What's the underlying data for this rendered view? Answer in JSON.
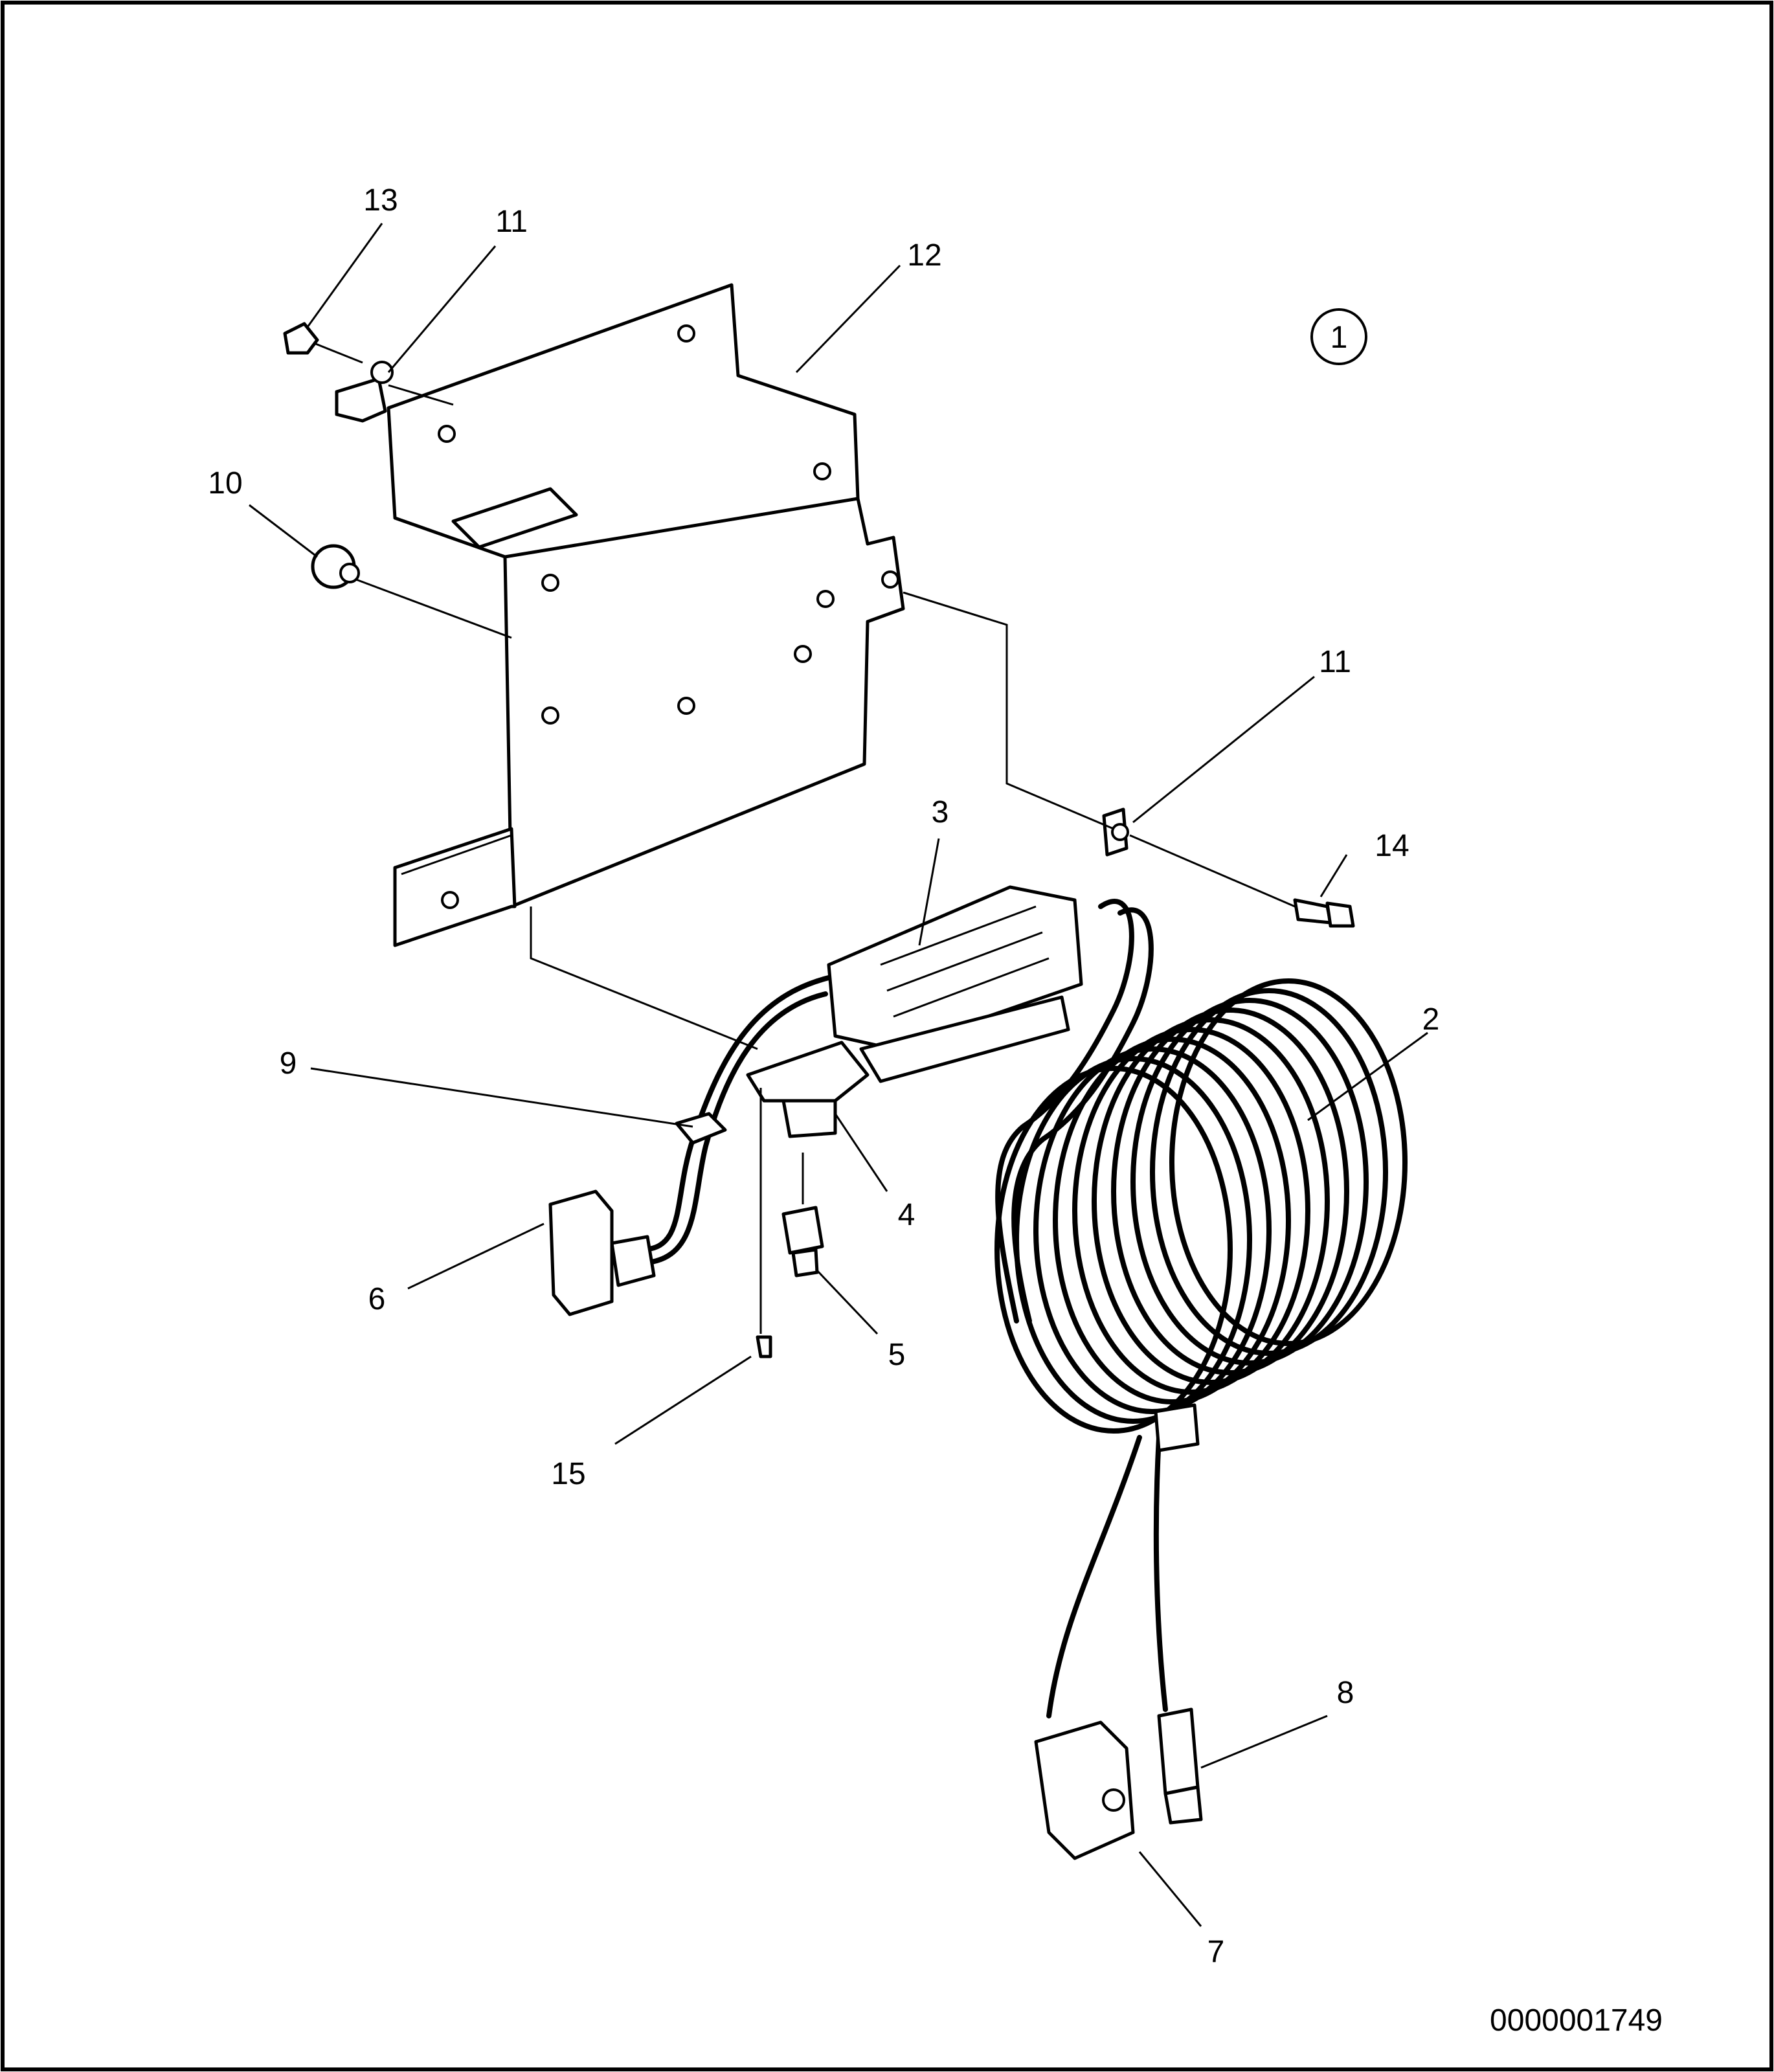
{
  "figure": {
    "view_badge": "1",
    "drawing_number": "0000001749",
    "callouts": {
      "c2": "2",
      "c3": "3",
      "c4": "4",
      "c5": "5",
      "c6": "6",
      "c7": "7",
      "c8": "8",
      "c9": "9",
      "c10": "10",
      "c11a": "11",
      "c11b": "11",
      "c12": "12",
      "c13": "13",
      "c14": "14",
      "c15": "15"
    }
  },
  "colors": {
    "ink": "#000000",
    "paper": "#ffffff"
  }
}
